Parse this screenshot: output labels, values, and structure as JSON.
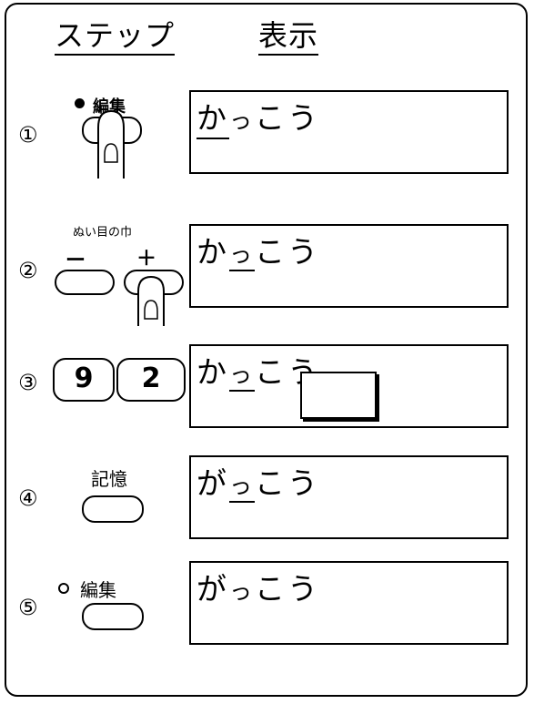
{
  "header": {
    "col_step": "ステップ",
    "col_display": "表示"
  },
  "steps": [
    {
      "num": "①",
      "indicator": "filled",
      "button": "編集",
      "display": [
        "か",
        "っ",
        "こ",
        "う"
      ],
      "cursor_index": 0
    },
    {
      "num": "②",
      "label": "ぬい目の巾",
      "minus": "ー",
      "plus": "＋",
      "display": [
        "か",
        "っ",
        "こ",
        "う"
      ],
      "cursor_index": 1
    },
    {
      "num": "③",
      "key1": "9",
      "key2": "2",
      "display": [
        "か",
        "っ",
        "こ",
        "う"
      ],
      "cursor_index": 1
    },
    {
      "num": "④",
      "button": "記憶",
      "display": [
        "が",
        "っ",
        "こ",
        "う"
      ],
      "cursor_index": 1
    },
    {
      "num": "⑤",
      "indicator": "hollow",
      "button": "編集",
      "display": [
        "が",
        "っ",
        "こ",
        "う"
      ],
      "cursor_index": -1
    }
  ]
}
